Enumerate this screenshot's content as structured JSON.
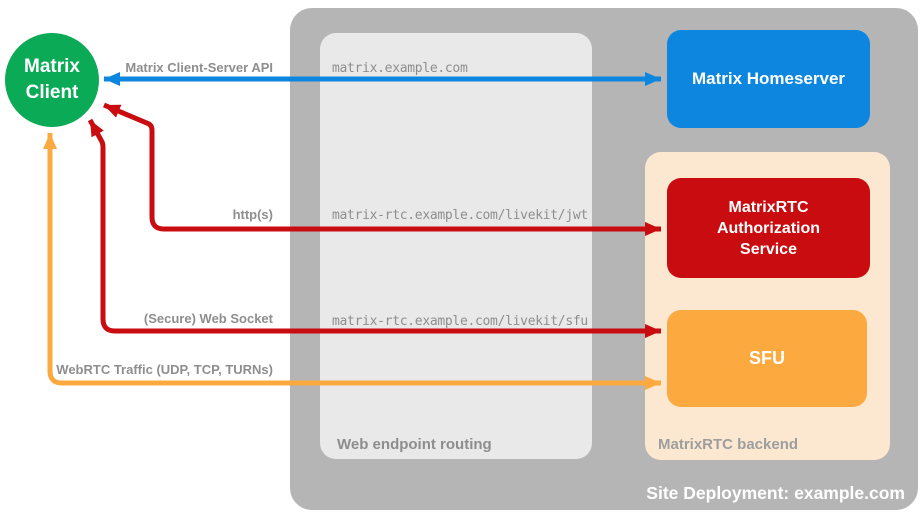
{
  "colors": {
    "client_green": "#0aaa57",
    "homeserver_blue": "#0d86e0",
    "auth_red": "#c80c10",
    "sfu_orange": "#fca940",
    "backend_peach": "#fce8d1",
    "site_gray": "#b5b5b5",
    "routing_gray": "#e9e9e9",
    "label_gray": "#8e8e8e"
  },
  "client": {
    "line1": "Matrix",
    "line2": "Client"
  },
  "nodes": {
    "homeserver": {
      "label": "Matrix Homeserver"
    },
    "auth_service": {
      "label": "MatrixRTC Authorization Service"
    },
    "sfu": {
      "label": "SFU"
    }
  },
  "containers": {
    "site": {
      "label": "Site Deployment: example.com"
    },
    "routing": {
      "label": "Web endpoint routing"
    },
    "backend": {
      "label": "MatrixRTC backend"
    }
  },
  "connections": [
    {
      "name": "matrix-client-server-api",
      "label": "Matrix Client-Server API",
      "endpoint": "matrix.example.com",
      "color": "#0d86e0",
      "bidirectional": true
    },
    {
      "name": "https",
      "label": "http(s)",
      "endpoint": "matrix-rtc.example.com/livekit/jwt",
      "color": "#c80c10",
      "bidirectional": true
    },
    {
      "name": "secure-web-socket",
      "label": "(Secure) Web Socket",
      "endpoint": "matrix-rtc.example.com/livekit/sfu",
      "color": "#c80c10",
      "bidirectional": true
    },
    {
      "name": "webrtc-traffic",
      "label": "WebRTC Traffic (UDP, TCP, TURNs)",
      "endpoint": "",
      "color": "#fca940",
      "bidirectional": true
    }
  ]
}
